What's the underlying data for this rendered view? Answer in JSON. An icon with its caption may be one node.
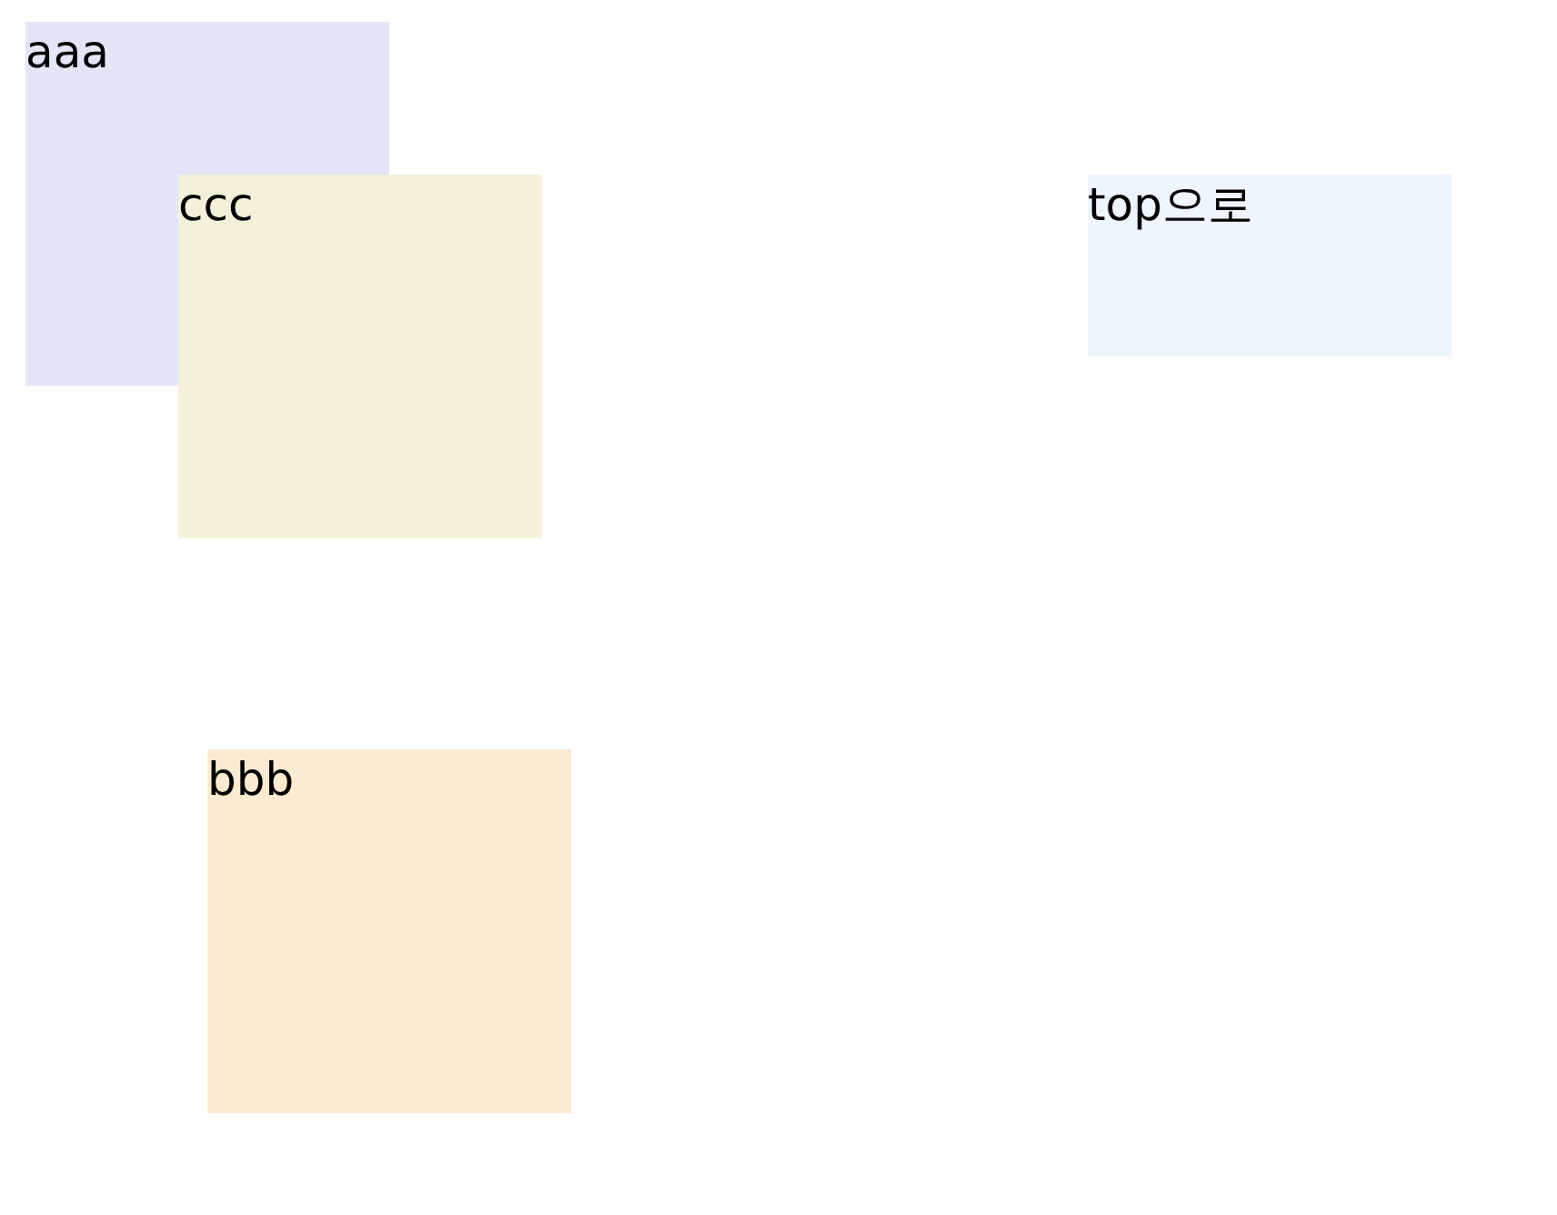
{
  "diagram": {
    "nodes": [
      {
        "text": [
          "aaa"
        ]
      },
      {
        "text": [
          "ccc"
        ]
      },
      {
        "text": [
          "top으로"
        ]
      },
      {
        "text": [
          "bbb"
        ]
      }
    ]
  }
}
